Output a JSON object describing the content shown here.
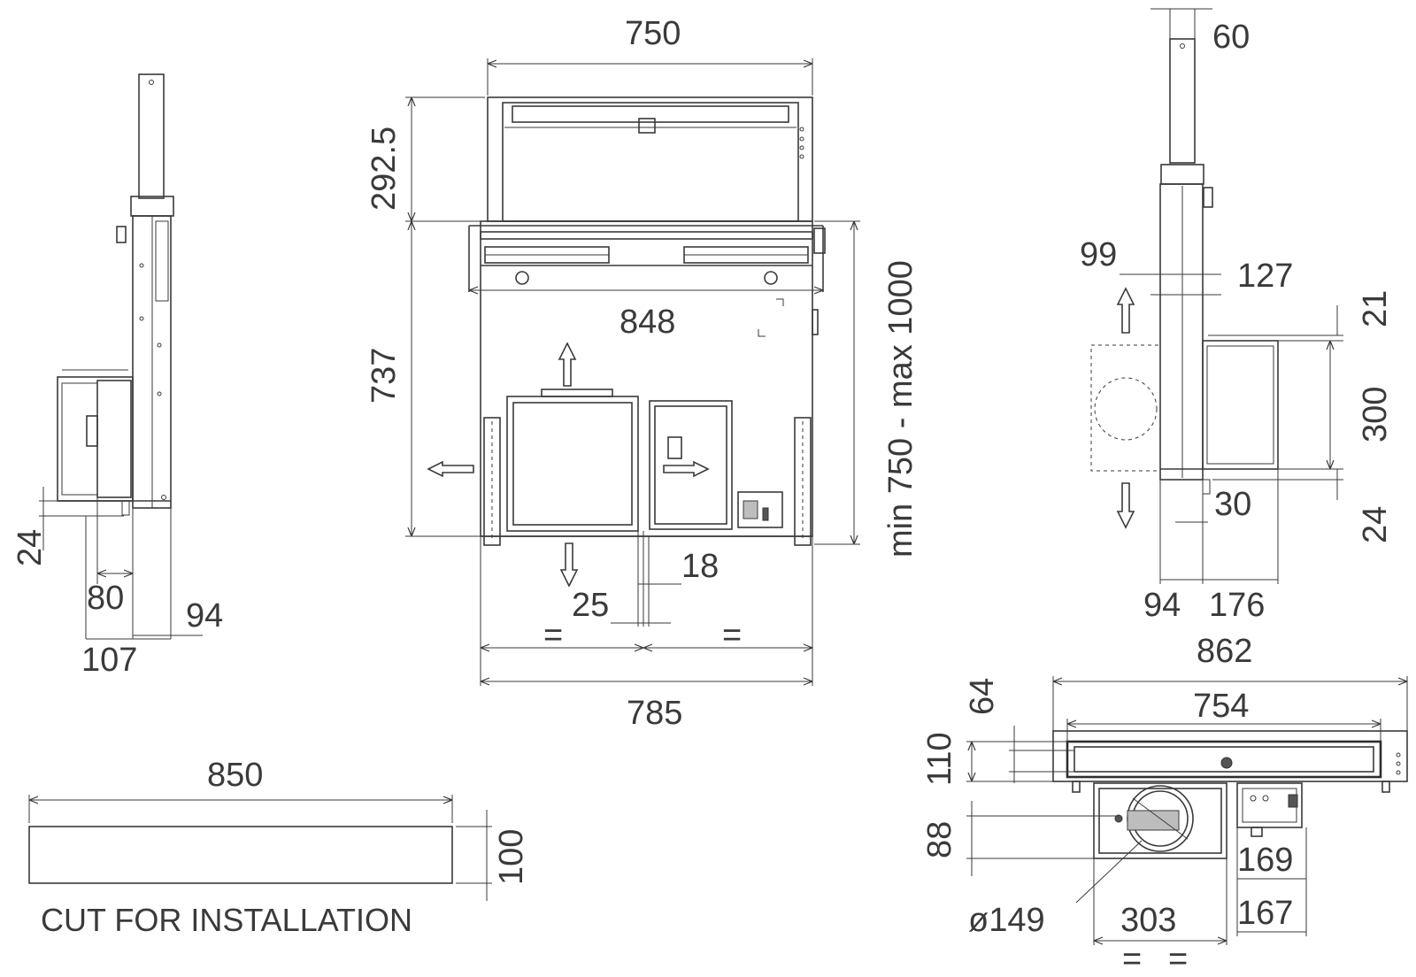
{
  "dimensions": {
    "side_left": {
      "d24": "24",
      "d80": "80",
      "d94": "94",
      "d107": "107"
    },
    "front": {
      "d750": "750",
      "d292_5": "292.5",
      "d737": "737",
      "d848": "848",
      "dmin": "min 750 - max 1000",
      "d18": "18",
      "d25": "25",
      "eq": "=",
      "d785": "785"
    },
    "side_right": {
      "d60": "60",
      "d99": "99",
      "d127": "127",
      "d21": "21",
      "d300": "300",
      "d30": "30",
      "d24": "24",
      "d94": "94",
      "d176": "176"
    },
    "plan": {
      "d862": "862",
      "d754": "754",
      "d64": "64",
      "d110": "110",
      "d88": "88",
      "d169": "169",
      "d149": "ø149",
      "d303": "303",
      "d167": "167",
      "eq": "="
    },
    "cut": {
      "d850": "850",
      "d100": "100",
      "caption": "CUT FOR INSTALLATION"
    }
  }
}
